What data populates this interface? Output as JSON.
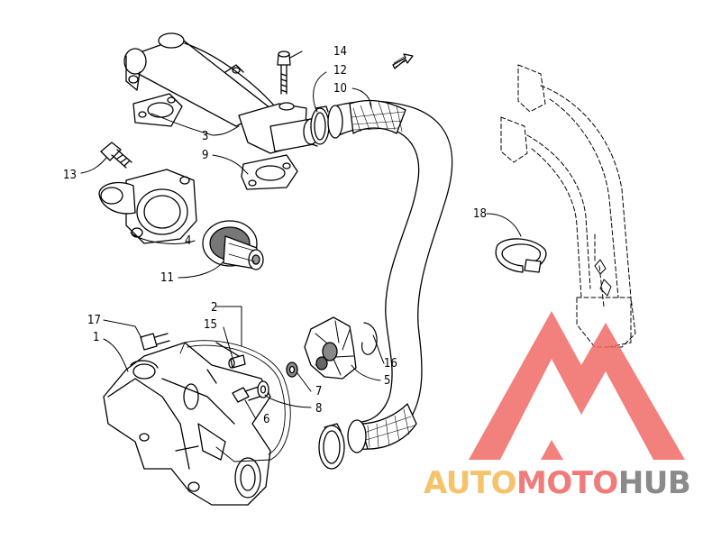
{
  "diagram": {
    "callouts": [
      {
        "id": "c1",
        "text": "1"
      },
      {
        "id": "c2",
        "text": "2"
      },
      {
        "id": "c3",
        "text": "3"
      },
      {
        "id": "c4",
        "text": "4"
      },
      {
        "id": "c5",
        "text": "5"
      },
      {
        "id": "c6",
        "text": "6"
      },
      {
        "id": "c7",
        "text": "7"
      },
      {
        "id": "c8",
        "text": "8"
      },
      {
        "id": "c9",
        "text": "9"
      },
      {
        "id": "c10",
        "text": "10"
      },
      {
        "id": "c11",
        "text": "11"
      },
      {
        "id": "c12",
        "text": "12"
      },
      {
        "id": "c13",
        "text": "13"
      },
      {
        "id": "c14",
        "text": "14"
      },
      {
        "id": "c15",
        "text": "15"
      },
      {
        "id": "c16",
        "text": "16"
      },
      {
        "id": "c17",
        "text": "17"
      },
      {
        "id": "c18",
        "text": "18"
      }
    ]
  },
  "watermark": {
    "part1": "AUTO",
    "part2": "MOTO",
    "part3": "HUB",
    "colors": {
      "auto": "#f4c36b",
      "moto": "#f07b78",
      "hub": "#8a8a8a",
      "logo": "#f06a66"
    }
  }
}
